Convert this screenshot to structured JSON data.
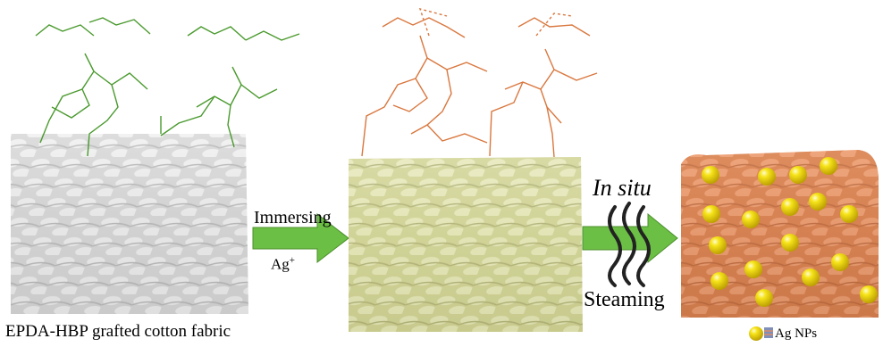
{
  "labels": {
    "caption": "EPDA-HBP grafted cotton fabric",
    "immersing": "Immersing",
    "ag_ion": "Ag",
    "ag_ion_charge": "+",
    "in_situ": "In situ",
    "steaming": "Steaming",
    "legend": "Ag NPs"
  },
  "colors": {
    "molecule_green": "#4a9a2e",
    "molecule_orange": "#d9773e",
    "fabric_grey": "#d6d6d6",
    "fabric_cream": "#d6d8a0",
    "fabric_orange": "#d9845a",
    "arrow_green": "#6cbf45",
    "nanoparticle_yellow": "#f2d500"
  },
  "icons": [
    "right-arrow-icon",
    "steam-wave-icon",
    "nanoparticle-icon"
  ]
}
